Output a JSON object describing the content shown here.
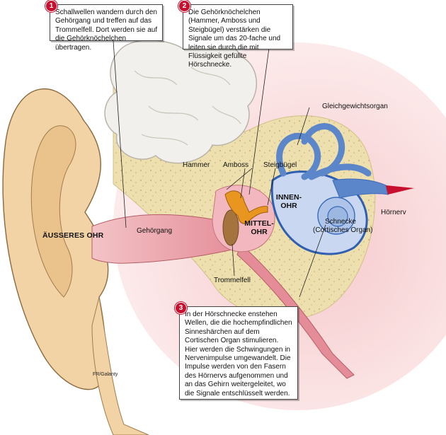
{
  "callouts": [
    {
      "num": "1",
      "text": "Schallwellen wandern durch den Gehörgang und treffen auf das Trommelfell. Dort werden sie auf die Gehörknöchelchen übertragen."
    },
    {
      "num": "2",
      "text": "Die Gehörknöchelchen (Hammer, Amboss und Steigbügel) verstärken die Signale um das 20-fache und leiten sie durch die mit Flüssigkeit gefüllte Hörschnecke."
    },
    {
      "num": "3",
      "text": "In der Hörschnecke enstehen Wellen, die die hochempfindlichen Sinneshärchen auf dem Cortischen Organ stimulieren. Hier werden die Schwingungen in Nervenimpulse umgewandelt. Die Impulse werden von den Fasern des Hörnervs aufgenommen und an das Gehirn weitergeleitet, wo die Signale entschlüsselt werden."
    }
  ],
  "labels": {
    "gleichgewichtsorgan": "Gleichgewichtsorgan",
    "hammer": "Hammer",
    "amboss": "Amboss",
    "steigbuegel": "Steigbügel",
    "innenohr_line1": "INNEN-",
    "innenohr_line2": "OHR",
    "mittelohr_line1": "MITTEL-",
    "mittelohr_line2": "OHR",
    "aeusseres_ohr": "ÄUSSERES OHR",
    "gehoergang": "Gehörgang",
    "hoernerv": "Hörnerv",
    "schnecke": "Schnecke",
    "cortisches_organ": "(Cortisches Organ)",
    "trommelfell": "Trommelfell"
  },
  "credit": "FR/Galanty",
  "colors": {
    "skin": "#f1d3a6",
    "bone": "#efe2b0",
    "canal": "#e79aa3",
    "inner_ear_blue": "#5b86c9",
    "accent_red": "#c8102e",
    "ossicles": "#e8961f"
  }
}
